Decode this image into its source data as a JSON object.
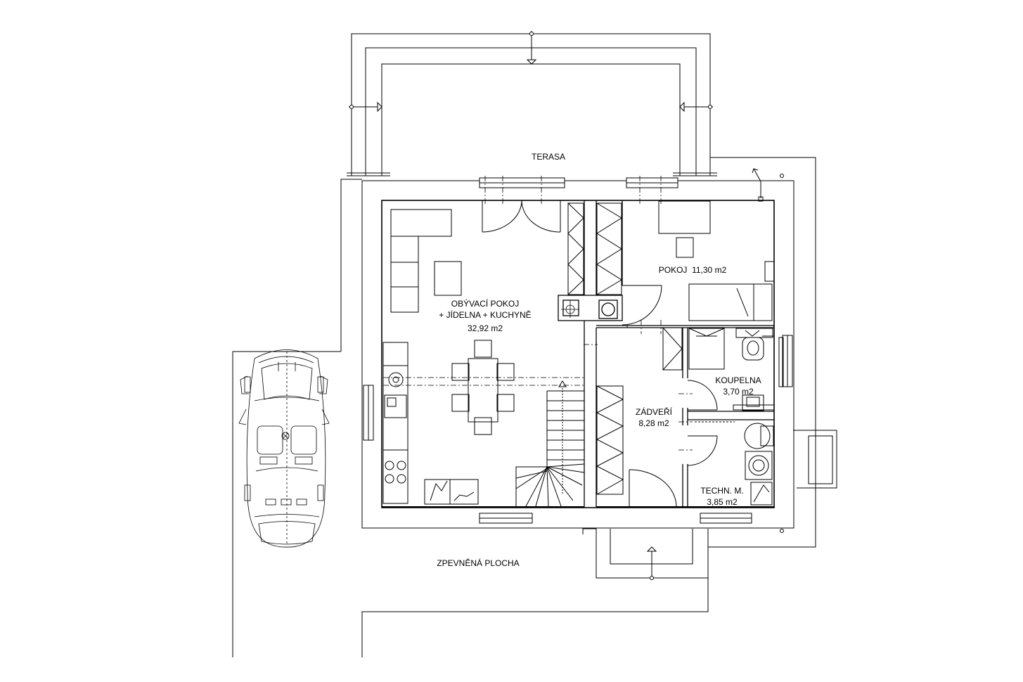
{
  "labels": {
    "terrace": "TERASA",
    "paved_area": "ZPEVNĚNÁ PLOCHA"
  },
  "rooms": [
    {
      "name": "OBÝVACÍ POKOJ",
      "name2": "+ JÍDELNA + KUCHYNĚ",
      "area": "32,92 m2"
    },
    {
      "name": "POKOJ",
      "area": "11,30 m2"
    },
    {
      "name": "KOUPELNA",
      "area": "3,70 m2"
    },
    {
      "name": "ZÁDVEŘÍ",
      "area": "8,28 m2"
    },
    {
      "name": "TECHN. M.",
      "area": "3,85 m2"
    }
  ]
}
